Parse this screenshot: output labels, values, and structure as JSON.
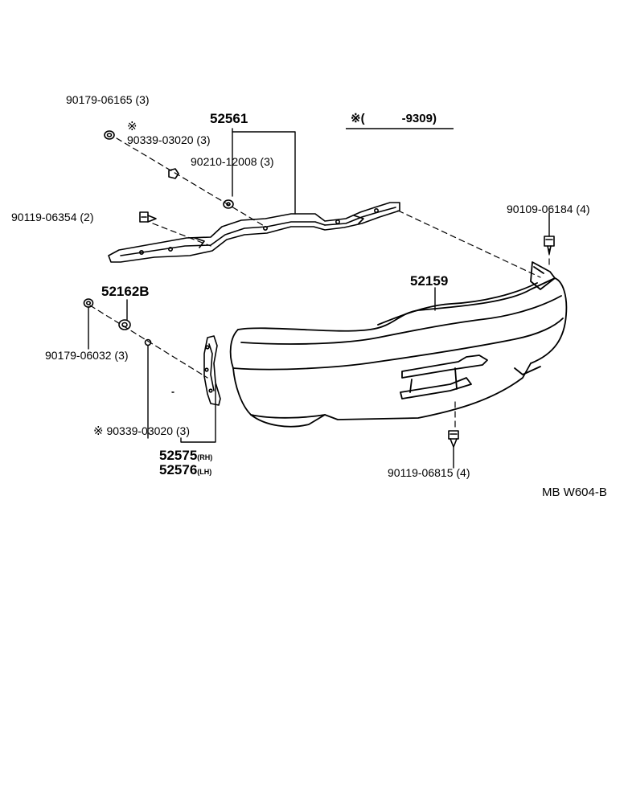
{
  "parts": {
    "p1": "90179-06165",
    "p1_qty": "(3)",
    "p2_mark": "※",
    "p2": "90339-03020",
    "p2_qty": "(3)",
    "p3": "52561",
    "p4": "90210-12008",
    "p4_qty": "(3)",
    "p5": "90119-06354",
    "p5_qty": "(2)",
    "p6": "90109-06184",
    "p6_qty": "(4)",
    "p7": "52159",
    "p8": "52162B",
    "p9": "90179-06032",
    "p9_qty": "(3)",
    "p10_mark": "※",
    "p10": "90339-03020",
    "p10_qty": "(3)",
    "p11": "52575",
    "p11_side": "(RH)",
    "p12": "52576",
    "p12_side": "(LH)",
    "p13": "90119-06815",
    "p13_qty": "(4)"
  },
  "note": {
    "mark": "※(",
    "range": "-9309)"
  },
  "drawing_code": "MB W604-B"
}
